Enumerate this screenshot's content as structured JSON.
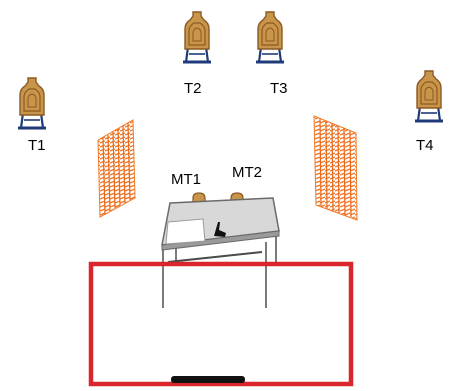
{
  "targets": [
    {
      "id": "t1",
      "label": "T1"
    },
    {
      "id": "t2",
      "label": "T2"
    },
    {
      "id": "t3",
      "label": "T3"
    },
    {
      "id": "t4",
      "label": "T4"
    }
  ],
  "mini_targets": [
    {
      "id": "mt1",
      "label": "MT1"
    },
    {
      "id": "mt2",
      "label": "MT2"
    }
  ],
  "colors": {
    "target_body": "#c9954a",
    "target_ring": "#8a5a22",
    "target_stand": "#1f3a7a",
    "barricade": "#f07a2a",
    "table_top": "#d8d8d8",
    "table_edge": "#6a6a6a",
    "shooting_box": "#d9262c",
    "fault_line": "#111111"
  }
}
